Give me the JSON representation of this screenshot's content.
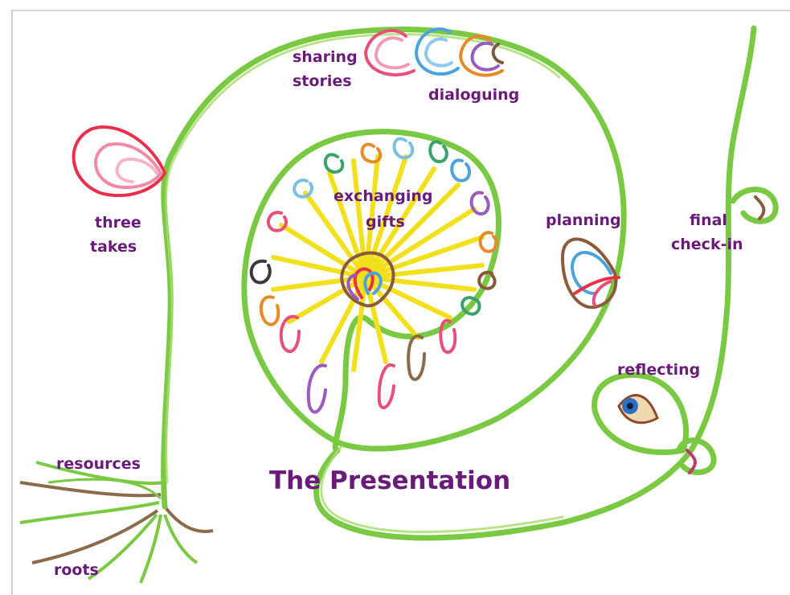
{
  "title": "The Presentation",
  "labels": {
    "sharing": "sharing",
    "stories": "stories",
    "dialoguing": "dialoguing",
    "three": "three",
    "takes": "takes",
    "exchanging": "exchanging",
    "gifts": "gifts",
    "planning": "planning",
    "final": "final",
    "checkin": "check-in",
    "reflecting": "reflecting",
    "resources": "resources",
    "roots": "roots"
  },
  "colors": {
    "stem": "#7ac943",
    "text": "#6a1b7a",
    "rays": "#f2e01c"
  }
}
